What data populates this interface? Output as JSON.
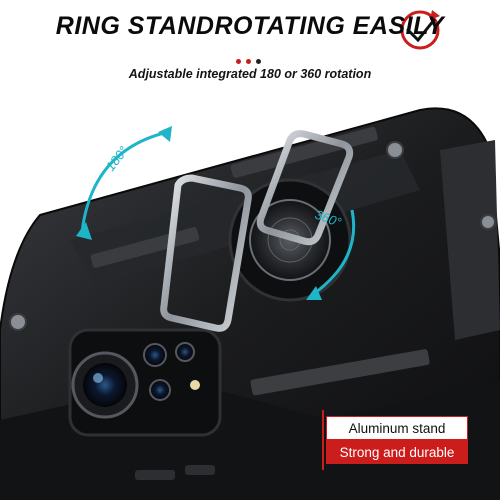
{
  "header": {
    "title": "RING STANDROTATING EASILY",
    "subtitle": "Adjustable integrated 180  or 360  rotation"
  },
  "rotation": {
    "angle_small": "180°",
    "angle_large": "360°"
  },
  "tags": {
    "feature": "Aluminum stand",
    "benefit": "Strong and durable"
  },
  "colors": {
    "accent_red": "#cc1d1d",
    "accent_teal": "#1fb5c9",
    "case_black": "#1b1c1e",
    "ring_silver": "#b9bec4"
  },
  "icons": {
    "logo": "rotation-arrow-icon",
    "divider": "three-dots-icon"
  }
}
